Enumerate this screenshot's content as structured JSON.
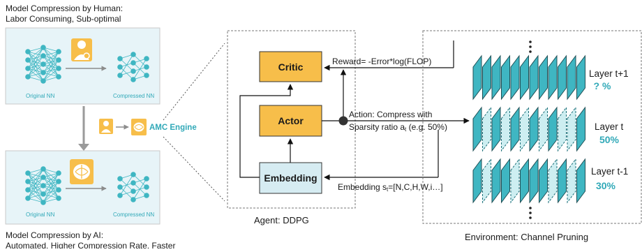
{
  "colors": {
    "teal": "#3fb6c2",
    "teal_dark": "#1b6f78",
    "teal_light": "#cdeef1",
    "orange": "#f7be4a",
    "panel_bg": "#e7f4f8",
    "embedding_bg": "#d6ecf2",
    "arrow_gray": "#9a9a9a"
  },
  "human": {
    "title_line1": "Model Compression by Human:",
    "title_line2": "Labor Consuming, Sub-optimal",
    "original_label": "Original NN",
    "compressed_label": "Compressed NN",
    "icon": "human-engineer-icon"
  },
  "engine": {
    "label": "AMC Engine",
    "icons": [
      "human-engineer-icon",
      "brain-icon",
      "amc-engine-icon"
    ]
  },
  "ai": {
    "title_line1": "Model Compression by AI:",
    "title_line2": "Automated, Higher Compression Rate, Faster",
    "original_label": "Original NN",
    "compressed_label": "Compressed NN",
    "icon": "ai-brain-icon"
  },
  "agent": {
    "caption": "Agent: DDPG",
    "critic": "Critic",
    "actor": "Actor",
    "embedding": "Embedding"
  },
  "signals": {
    "reward": "Reward= -Error*log(FLOP)",
    "action_line1": "Action: Compress with",
    "action_line2_pre": "Sparsity ratio a",
    "action_sub": "t",
    "action_line2_post": " (e.g. 50%)",
    "embedding_pre": "Embedding s",
    "embedding_sub": "t",
    "embedding_post": "=[N,C,H,W,i…]"
  },
  "environment": {
    "caption": "Environment: Channel Pruning",
    "layers": [
      {
        "name": "Layer t+1",
        "value": "? %"
      },
      {
        "name": "Layer t",
        "value": "50%"
      },
      {
        "name": "Layer t-1",
        "value": "30%"
      }
    ]
  }
}
